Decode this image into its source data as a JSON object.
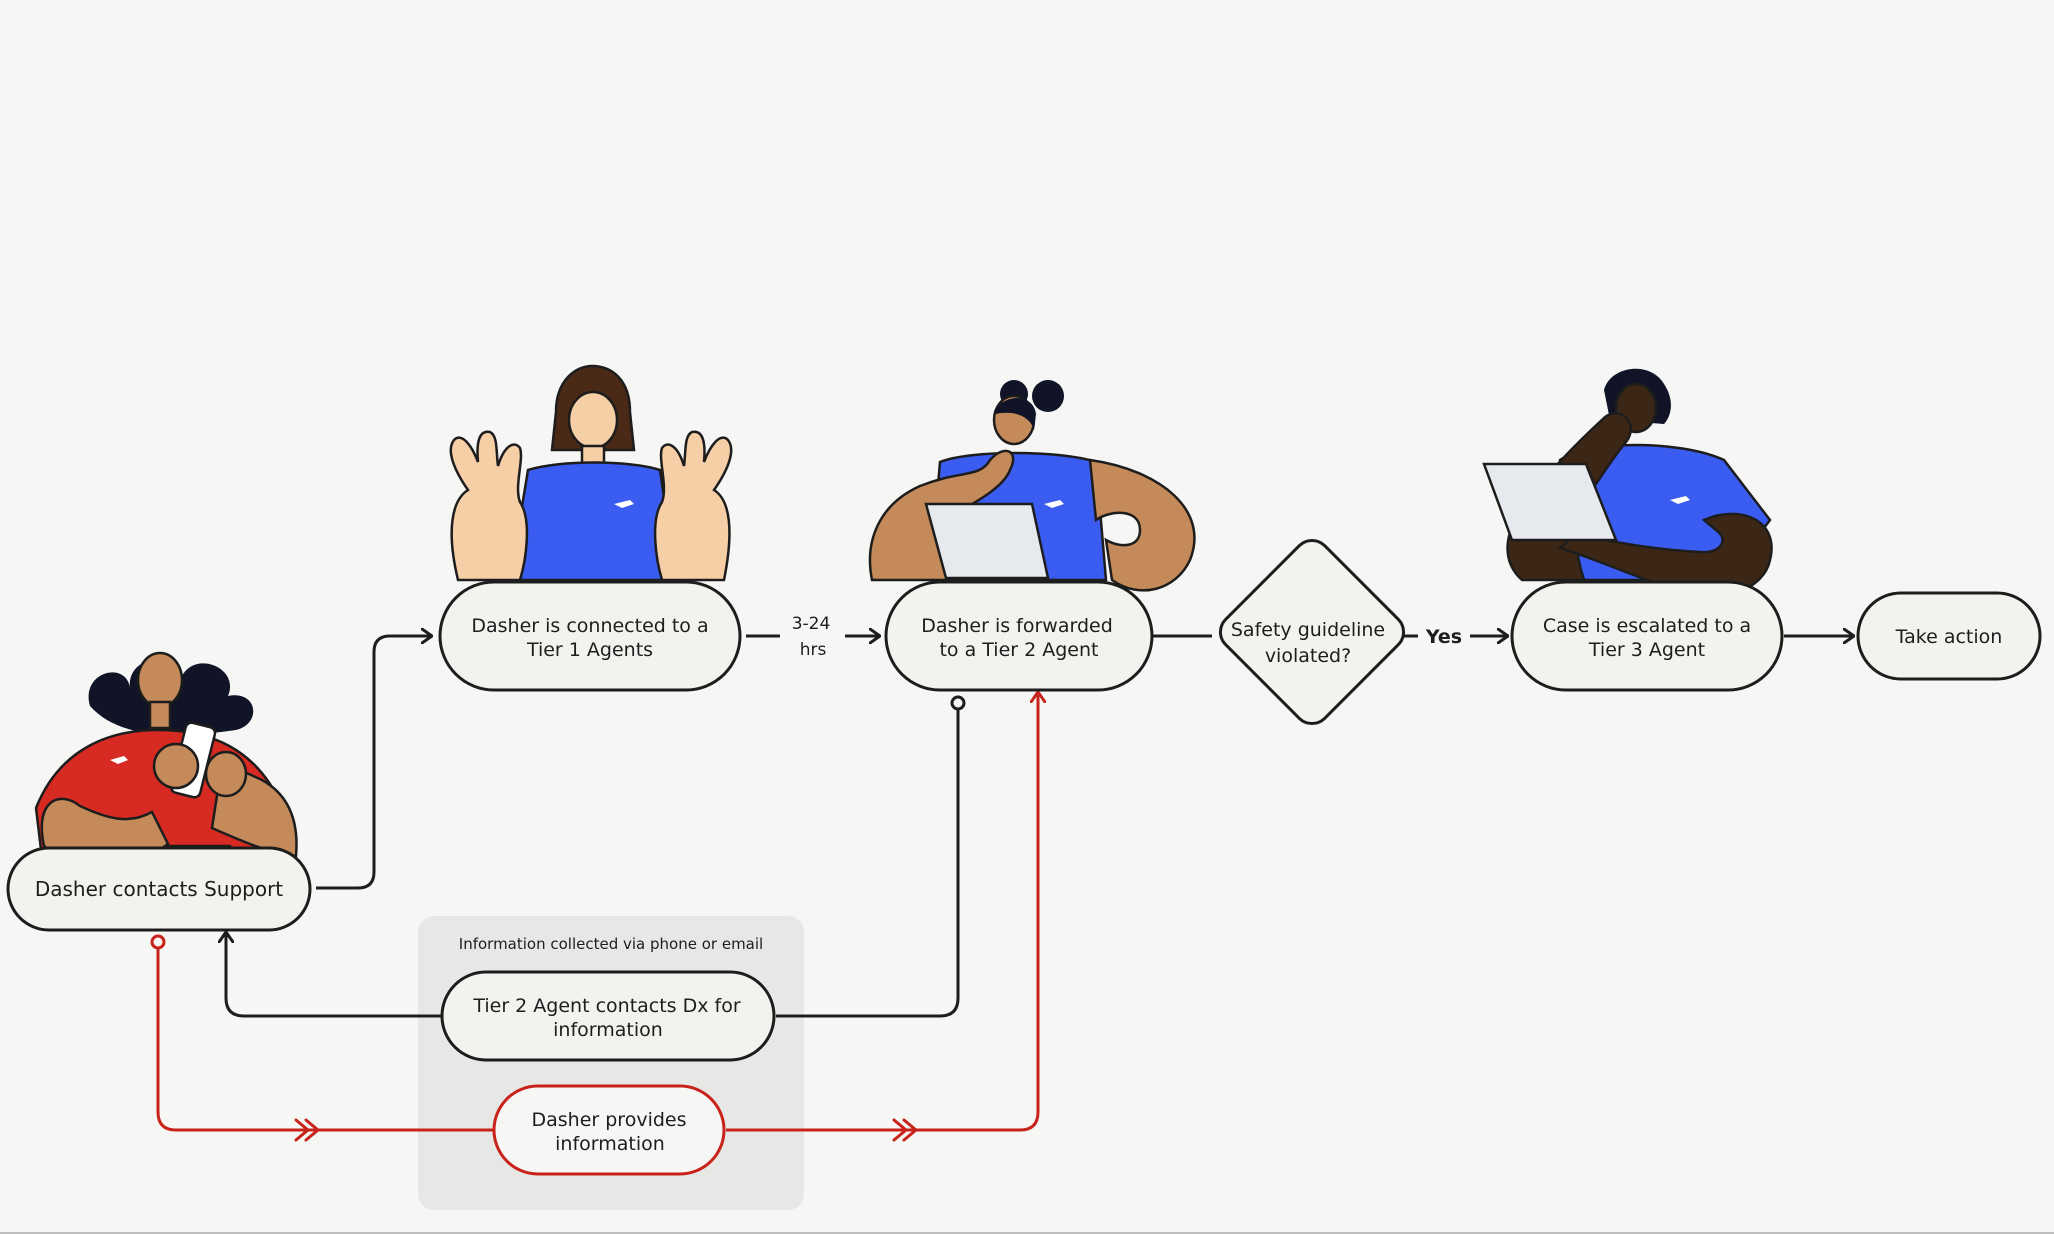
{
  "nodes": {
    "contacts_support": "Dasher contacts Support",
    "tier1": [
      "Dasher is connected to a",
      "Tier 1 Agents"
    ],
    "tier2": [
      "Dasher is forwarded",
      "to a Tier 2 Agent"
    ],
    "decision": [
      "Safety  guideline",
      "violated?"
    ],
    "tier3": [
      "Case is escalated to a",
      "Tier 3 Agent"
    ],
    "take_action": "Take action",
    "tier2_contacts": [
      "Tier 2 Agent contacts Dx for",
      "information"
    ],
    "dasher_provides": [
      "Dasher provides",
      "information"
    ]
  },
  "labels": {
    "wait_time": [
      "3-24",
      "hrs"
    ],
    "yes": "Yes",
    "info_panel_caption": "Information collected via phone or email"
  },
  "colors": {
    "ink": "#1d1d1d",
    "node_fill": "#f2f2ef",
    "accent_red": "#c8231b",
    "dasher_red": "#d72a22",
    "agent_blue": "#3b5cf0",
    "panel_grey": "#e7e7e5"
  },
  "icons": [
    "dasher-illustration",
    "tier1-agent-illustration",
    "tier2-agent-illustration",
    "tier3-agent-illustration",
    "arrow-head-icon",
    "double-chevron-icon"
  ]
}
